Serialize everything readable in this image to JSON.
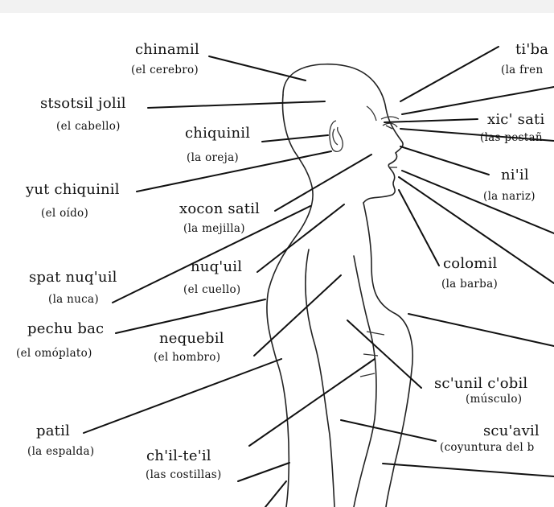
{
  "labels": {
    "chinamil": {
      "term": "chinamil",
      "gloss": "(el cerebro)"
    },
    "tiba": {
      "term": "ti'ba",
      "gloss": "(la fren"
    },
    "stsotsil": {
      "term": "stsotsil jolil",
      "gloss": "(el cabello)"
    },
    "xic": {
      "term": "xic' sati",
      "gloss": "(las pestañ"
    },
    "chiquinil": {
      "term": "chiquinil",
      "gloss": "(la oreja)"
    },
    "nil": {
      "term": "ni'il",
      "gloss": "(la nariz)"
    },
    "yut": {
      "term": "yut chiquinil",
      "gloss": "(el oído)"
    },
    "xocon": {
      "term": "xocon satil",
      "gloss": "(la mejilla)"
    },
    "colomil": {
      "term": "colomil",
      "gloss": "(la barba)"
    },
    "spat": {
      "term": "spat nuq'uil",
      "gloss": "(la nuca)"
    },
    "nuquil": {
      "term": "nuq'uil",
      "gloss": "(el cuello)"
    },
    "pechu": {
      "term": "pechu bac",
      "gloss": "(el omóplato)"
    },
    "nequebil": {
      "term": "nequebil",
      "gloss": "(el hombro)"
    },
    "scunil": {
      "term": "sc'unil c'obil",
      "gloss": "(músculo)"
    },
    "patil": {
      "term": "patil",
      "gloss": "(la espalda)"
    },
    "chil": {
      "term": "ch'il-te'il",
      "gloss": "(las costillas)"
    },
    "scuavil": {
      "term": "scu'avil",
      "gloss": "(coyuntura del b"
    }
  }
}
